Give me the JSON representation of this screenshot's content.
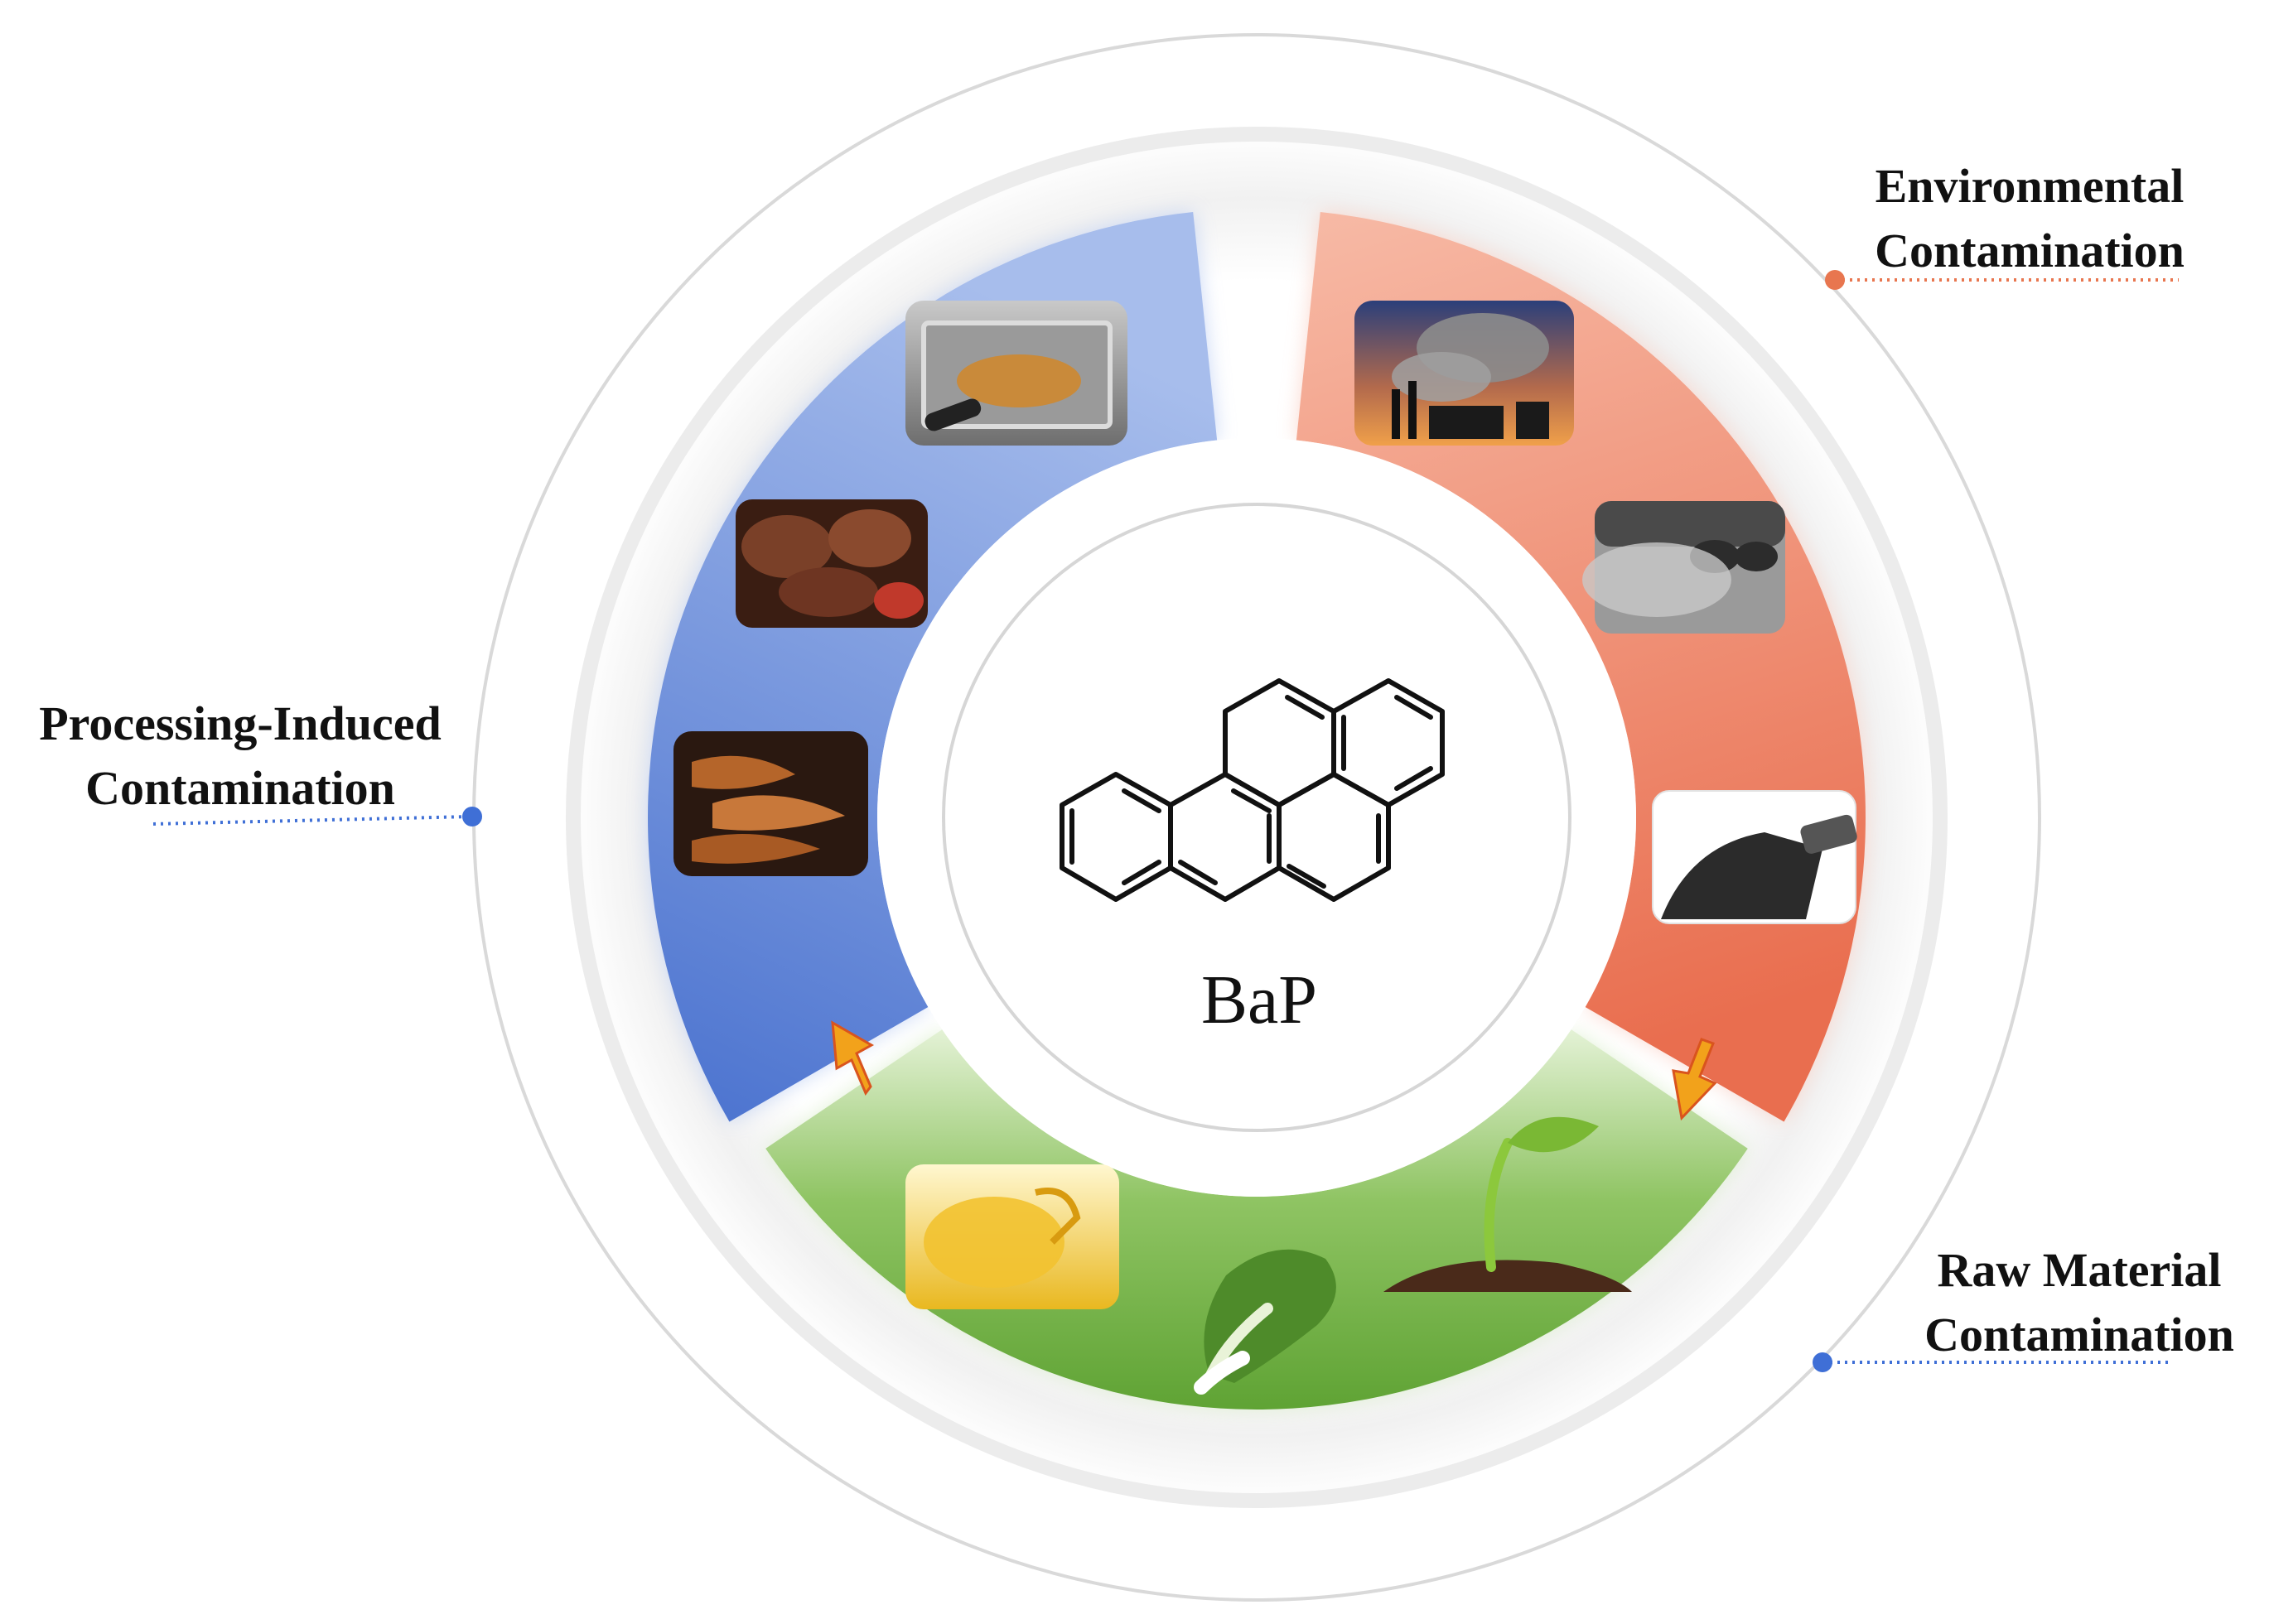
{
  "center": {
    "compound_label": "BaP"
  },
  "categories": [
    {
      "id": "environmental",
      "title_lines": [
        "Environmental",
        "Contamination"
      ],
      "color": "#e9745a",
      "color_light": "#f6b7a3",
      "marker_color": "#e8764f",
      "photos": [
        "factory-smokestacks-photo",
        "vehicle-exhaust-photo",
        "soot-discharge-photo"
      ]
    },
    {
      "id": "processing",
      "title_lines": [
        "Processing-Induced",
        "Contamination"
      ],
      "color": "#4a74d0",
      "color_light": "#9db6ea",
      "marker_color": "#3f6fd6",
      "photos": [
        "deep-fryer-photo",
        "grilled-meat-photo",
        "smoked-fish-photo"
      ]
    },
    {
      "id": "raw_material",
      "title_lines": [
        "Raw Material",
        "Contamination"
      ],
      "color": "#6cac3c",
      "color_light": "#d6ecc2",
      "marker_color": "#3f6fd6",
      "photos": [
        "cooking-oil-photo",
        "bok-choy-photo",
        "seedling-in-soil-photo"
      ]
    }
  ],
  "arrow_color": "#f2a21b"
}
